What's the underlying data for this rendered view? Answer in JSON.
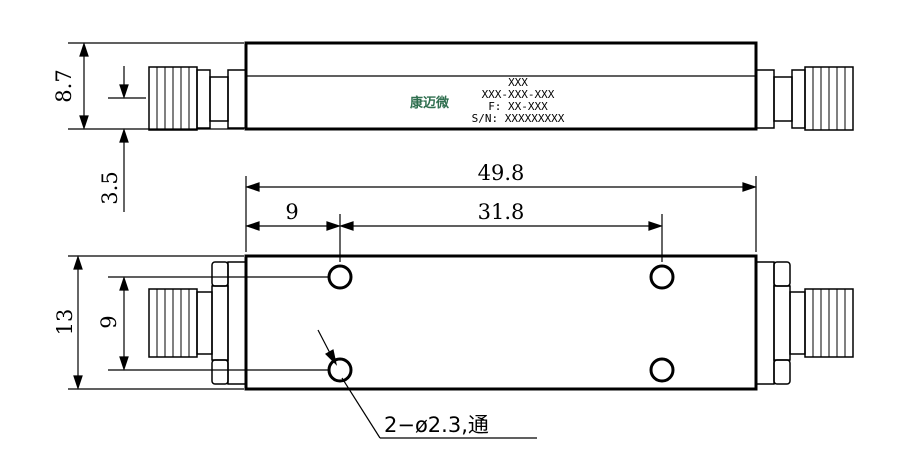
{
  "label": {
    "logo": "康迈微",
    "line1": "XXX",
    "line2": "XXX-XXX-XXX",
    "line3": "F: XX-XXX",
    "line4": "S/N: XXXXXXXXX"
  },
  "dimensions": {
    "side_height": "8.7",
    "connector_offset": "3.5",
    "overall_length": "49.8",
    "edge_to_hole": "9",
    "hole_spacing": "31.8",
    "overall_width": "13",
    "hole_pitch_vertical": "9"
  },
  "hole_note": "2−ø2.3,通"
}
